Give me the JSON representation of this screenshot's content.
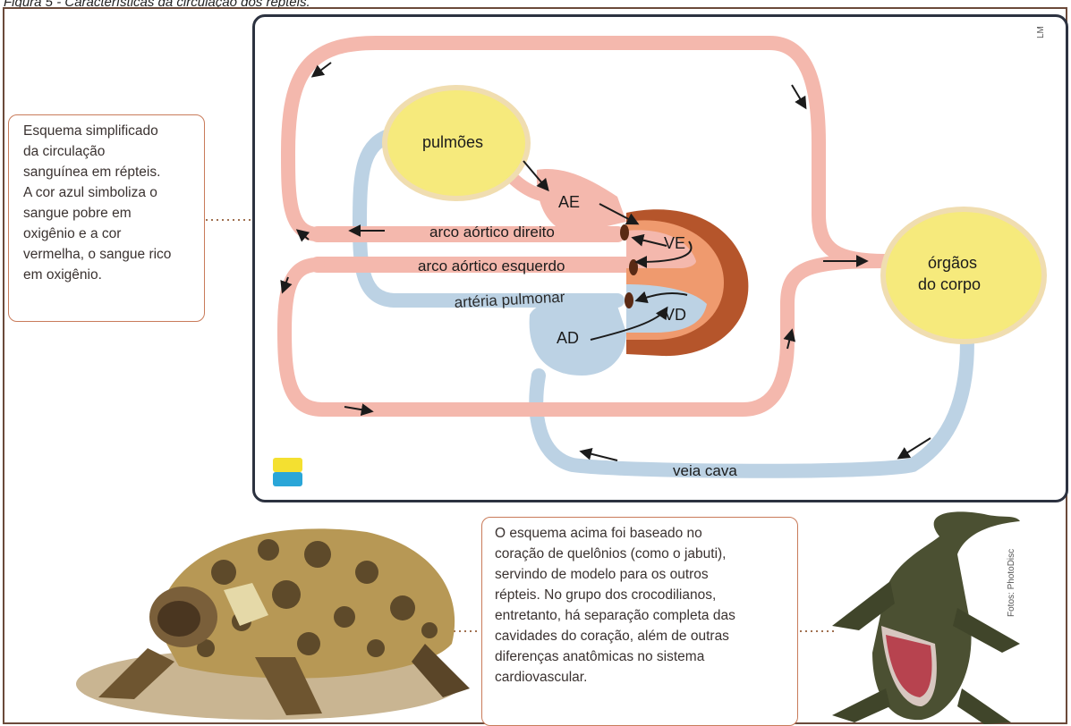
{
  "caption": "Figura 5 - Características da circulação dos répteis.",
  "side_note": {
    "lines": [
      "Esquema simplificado",
      "da circulação",
      "sanguínea em répteis.",
      "A cor azul simboliza o",
      "sangue pobre em",
      "oxigênio e a cor",
      "vermelha, o sangue rico",
      "em oxigênio."
    ]
  },
  "bottom_note": {
    "lines": [
      "O esquema acima foi baseado no",
      "coração de quelônios (como o jabuti),",
      "servindo de modelo para os outros",
      "répteis. No grupo dos crocodilianos,",
      "entretanto, há separação completa das",
      "cavidades do coração, além de outras",
      "diferenças anatômicas no sistema",
      "cardiovascular."
    ]
  },
  "diagram": {
    "lungs": "pulmões",
    "organs": [
      "órgãos",
      "do corpo"
    ],
    "ae": "AE",
    "ve": "VE",
    "vd": "VD",
    "ad": "AD",
    "right_arch": "arco aórtico direito",
    "left_arch": "arco aórtico esquerdo",
    "pulmonary_artery": "artéria pulmonar",
    "vena_cava": "veia cava"
  },
  "credits": {
    "illustration": "LM",
    "photos": "Fotos: PhotoDisc"
  },
  "colors": {
    "oxygen_rich": "#f4b8ad",
    "oxygen_poor": "#bcd2e4",
    "lungs": "#f6ea7c",
    "heart_wall": "#b5552b",
    "frame": "#2c3240"
  }
}
